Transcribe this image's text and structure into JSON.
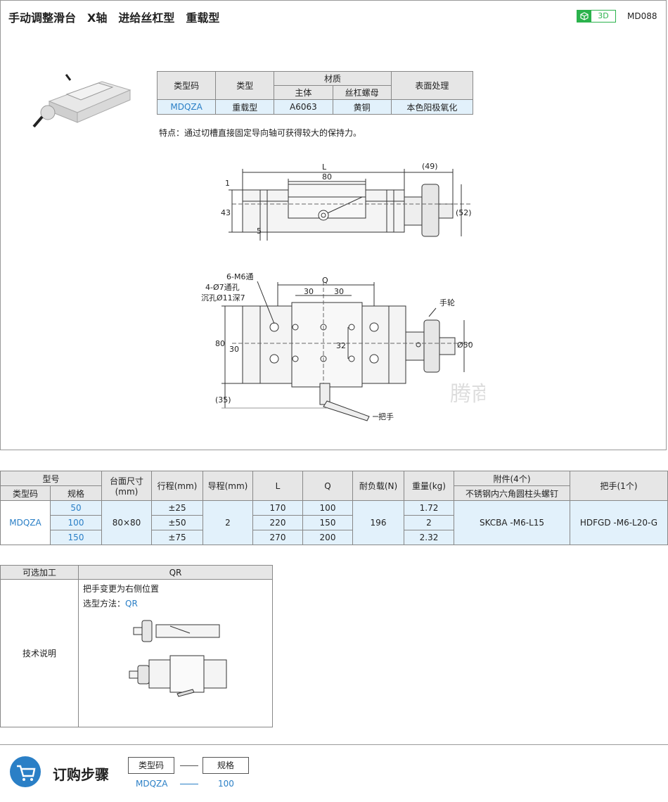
{
  "header": {
    "title": "手动调整滑台　X轴　进给丝杠型　重载型",
    "badge_3d": "3D",
    "code": "MD088"
  },
  "material_table": {
    "h_type_code": "类型码",
    "h_type": "类型",
    "h_material": "材质",
    "h_body": "主体",
    "h_screw_nut": "丝杠螺母",
    "h_surface": "表面处理",
    "row": {
      "type_code": "MDQZA",
      "type": "重载型",
      "body": "A6063",
      "screw_nut": "黄铜",
      "surface": "本色阳极氧化"
    }
  },
  "feature": "特点：通过切槽直接固定导向轴可获得较大的保持力。",
  "drawing": {
    "dim_L": "L",
    "dim_80": "80",
    "dim_49": "(49)",
    "dim_1": "1",
    "dim_43": "43",
    "dim_5": "5",
    "dim_52": "(52)",
    "note_holes_1": "6-M6通",
    "note_holes_2": "4-Ø7通孔",
    "note_holes_3": "沉孔Ø11深7",
    "dim_Q": "Q",
    "dim_30a": "30",
    "dim_30b": "30",
    "dim_80v": "80",
    "dim_30v": "30",
    "dim_32": "32",
    "dim_35": "(35)",
    "dim_50": "Ø50",
    "label_handwheel": "手轮",
    "label_handle": "把手",
    "watermark": "腾商城"
  },
  "spec_table": {
    "h_model": "型号",
    "h_type_code": "类型码",
    "h_size": "规格",
    "h_table_size": "台面尺寸",
    "h_table_size_unit": "(mm)",
    "h_stroke": "行程(mm)",
    "h_lead": "导程(mm)",
    "h_L": "L",
    "h_Q": "Q",
    "h_load": "耐负载(N)",
    "h_weight": "重量(kg)",
    "h_accessory": "附件(4个)",
    "h_accessory_sub": "不锈钢内六角圆柱头螺钉",
    "h_handle": "把手(1个)",
    "type_code": "MDQZA",
    "table_size": "80×80",
    "lead": "2",
    "load": "196",
    "accessory": "SKCBA -M6-L15",
    "handle": "HDFGD -M6-L20-G",
    "rows": [
      {
        "size": "50",
        "stroke": "±25",
        "L": "170",
        "Q": "100",
        "weight": "1.72"
      },
      {
        "size": "100",
        "stroke": "±50",
        "L": "220",
        "Q": "150",
        "weight": "2"
      },
      {
        "size": "150",
        "stroke": "±75",
        "L": "270",
        "Q": "200",
        "weight": "2.32"
      }
    ]
  },
  "option_table": {
    "h_option": "可选加工",
    "h_code": "QR",
    "h_desc": "技术说明",
    "line1": "把手变更为右侧位置",
    "line2_label": "选型方法：",
    "line2_code": "QR"
  },
  "order": {
    "title": "订购步骤",
    "box1": "类型码",
    "box2": "规格",
    "val1": "MDQZA",
    "val2": "100"
  }
}
